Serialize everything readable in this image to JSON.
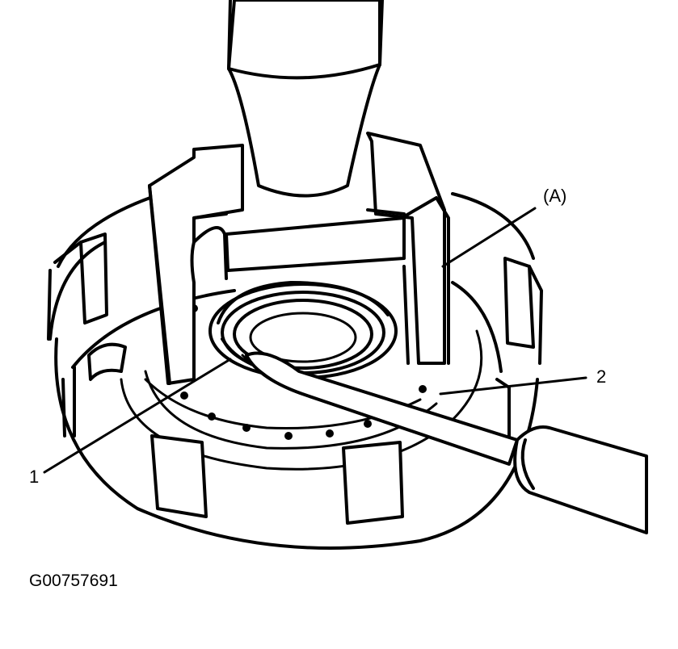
{
  "figure": {
    "code": "G00757691",
    "callouts": {
      "a": "(A)",
      "one": "1",
      "two": "2"
    }
  },
  "colors": {
    "ink": "#000000",
    "paper": "#ffffff"
  }
}
